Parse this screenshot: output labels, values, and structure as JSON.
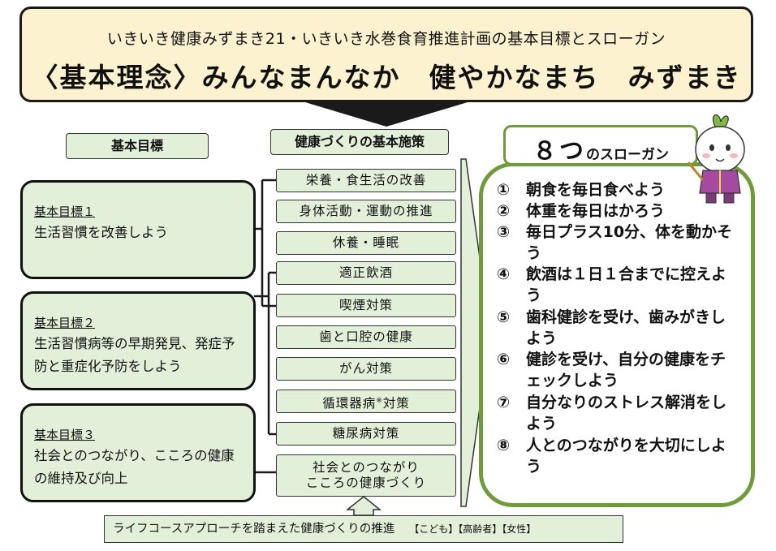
{
  "header": {
    "subtitle": "いきいき健康みずまき21・いきいき水巻食育推進計画の基本目標とスローガン",
    "title": "〈基本理念〉みんなまんなか　健やかなまち　みずまき"
  },
  "columns": {
    "goals_label": "基本目標",
    "measures_label": "健康づくりの基本施策"
  },
  "goals": [
    {
      "title": "基本目標１",
      "text": "生活習慣を改善しよう"
    },
    {
      "title": "基本目標２",
      "text": "生活習慣病等の早期発見、発症予防と重症化予防をしよう"
    },
    {
      "title": "基本目標３",
      "text": "社会とのつながり、こころの健康の維持及び向上"
    }
  ],
  "measures": [
    {
      "label": "栄養・食生活の改善"
    },
    {
      "label": "身体活動・運動の推進"
    },
    {
      "label": "休養・睡眠"
    },
    {
      "label": "適正飲酒"
    },
    {
      "label": "喫煙対策"
    },
    {
      "label": "歯と口腔の健康"
    },
    {
      "label": "がん対策"
    },
    {
      "label": "循環器病",
      "sup": "※",
      "suffix": "対策"
    },
    {
      "label": "糖尿病対策"
    },
    {
      "label": "社会とのつながり",
      "label2": "こころの健康づくり"
    }
  ],
  "slogans": {
    "title_big": "８つ",
    "title_small": "のスローガン",
    "items": [
      {
        "num": "①",
        "text": "朝食を毎日食べよう"
      },
      {
        "num": "②",
        "text": "体重を毎日はかろう"
      },
      {
        "num": "③",
        "text": "毎日プラス10分、体を動かそう"
      },
      {
        "num": "④",
        "text": "飲酒は１日１合までに控えよう"
      },
      {
        "num": "⑤",
        "text": "歯科健診を受け、歯みがきしよう"
      },
      {
        "num": "⑥",
        "text": "健診を受け、自分の健康をチェックしよう"
      },
      {
        "num": "⑦",
        "text": "自分なりのストレス解消をしよう"
      },
      {
        "num": "⑧",
        "text": "人とのつながりを大切にしよう"
      }
    ]
  },
  "footer": {
    "text": "ライフコースアプローチを踏まえた健康づくりの推進",
    "tags": "【こども】【高齢者】【女性】"
  },
  "colors": {
    "header_bg": "#fcf2cf",
    "box_green": "#e2f0d9",
    "slogan_border": "#6f9b3a"
  }
}
